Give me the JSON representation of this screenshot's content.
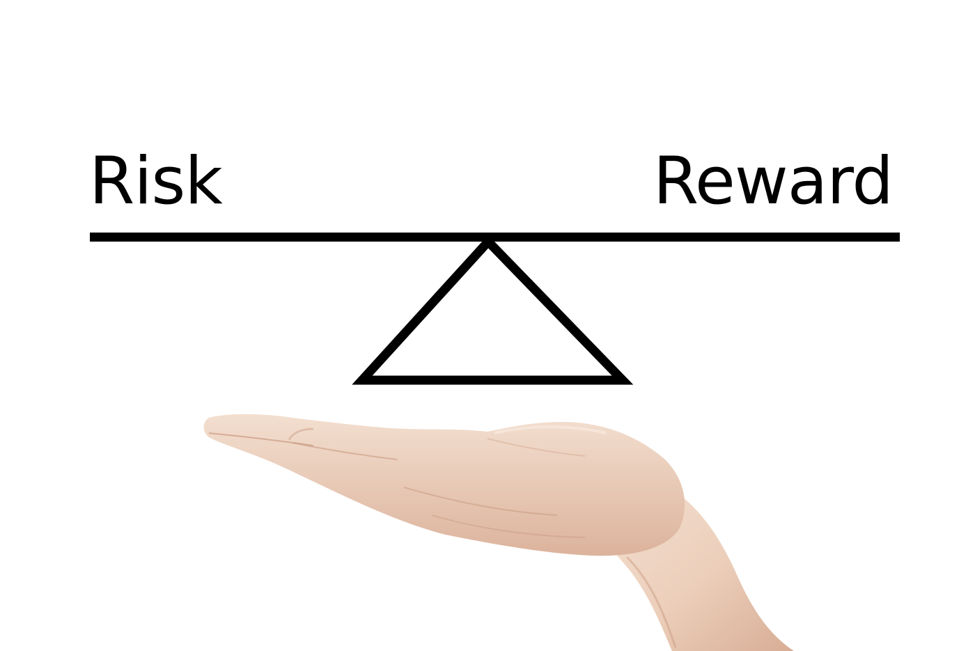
{
  "labels": {
    "left": "Risk",
    "right": "Reward"
  },
  "colors": {
    "ink": "#000000",
    "background": "#ffffff",
    "skin_light": "#f2dccb",
    "skin_mid": "#e6c2aa",
    "skin_shadow": "#c99a82"
  },
  "illustration": {
    "elements": [
      "balance-beam",
      "fulcrum-triangle",
      "open-palm-hand"
    ]
  }
}
